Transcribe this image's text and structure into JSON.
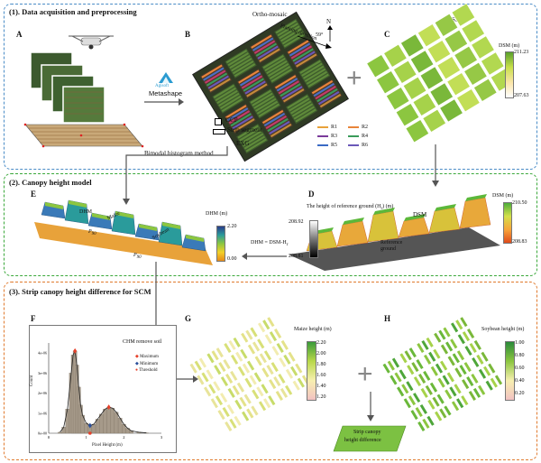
{
  "sections": {
    "s1": "(1). Data acquisition and preprocessing",
    "s2": "(2). Canopy height model",
    "s3": "(3). Strip canopy height difference for SCM"
  },
  "letters": {
    "A": "A",
    "B": "B",
    "C": "C",
    "D": "D",
    "E": "E",
    "F": "F",
    "G": "G",
    "H": "H"
  },
  "panelB": {
    "title": "Ortho-mosaic",
    "north": "N",
    "angle": "59°",
    "planting": "Planting direction",
    "gcp": "GCP",
    "strip": "Strip segment",
    "exg": "EXG",
    "legend": [
      "R1",
      "R2",
      "R3",
      "R4",
      "R5",
      "R6"
    ]
  },
  "metashape": {
    "brand": "Agisoft",
    "name": "Metashape"
  },
  "panelC": {
    "title": "DSM",
    "unit": "DSM (m)",
    "max": "211.23",
    "min": "207.63"
  },
  "bimodal": "Bimodal histogram method",
  "panelD": {
    "ref_label": "The height of reference ground (H",
    "ref_sub": "r",
    "ref_unit": ") (m)",
    "ref_max": "208.92",
    "ref_min": "208.81",
    "dsm_label": "DSM",
    "ref_ground": "Reference ground",
    "unit": "DSM (m)",
    "max": "210.50",
    "min": "208.83"
  },
  "panelE": {
    "dhm": "DHM",
    "maize": "Maize",
    "soybean": "Soybean",
    "p90": "P",
    "p90sub": "90",
    "unit": "DHM (m)",
    "max": "2.20",
    "min": "0.00"
  },
  "formula": "DHM = DSM-H",
  "formula_sub": "r",
  "panelF": {
    "title": "CHM remove soil",
    "ylabel": "Count",
    "xlabel": "Pixel Height (m)",
    "legend": [
      "Maximum",
      "Minimum",
      "Threshold"
    ],
    "yticks": [
      "4e+06",
      "3e+06",
      "2e+06",
      "1e+06",
      "0e+00"
    ],
    "xticks": [
      "0",
      "1",
      "2",
      "3"
    ]
  },
  "panelG": {
    "unit": "Maize height (m)",
    "ticks": [
      "2.20",
      "2.00",
      "1.80",
      "1.60",
      "1.40",
      "1.20"
    ]
  },
  "panelH": {
    "unit": "Soybean height (m)",
    "ticks": [
      "1.00",
      "0.80",
      "0.60",
      "0.40",
      "0.20"
    ]
  },
  "result": {
    "line1": "Strip canopy",
    "line2": "height difference"
  },
  "colors": {
    "s1": "#4a8cc7",
    "s2": "#3aa83a",
    "s3": "#e07a2e",
    "result": "#7cc142"
  },
  "chart_data": {
    "type": "bar",
    "title": "CHM remove soil",
    "xlabel": "Pixel Height (m)",
    "ylabel": "Count",
    "xlim": [
      0,
      3
    ],
    "ylim": [
      0,
      4500000
    ],
    "x": [
      0.3,
      0.4,
      0.5,
      0.6,
      0.65,
      0.7,
      0.75,
      0.8,
      0.85,
      0.9,
      1.0,
      1.1,
      1.2,
      1.3,
      1.4,
      1.5,
      1.6,
      1.7,
      1.8,
      1.9,
      2.0,
      2.1,
      2.2,
      2.4,
      2.6
    ],
    "series": [
      {
        "values": [
          50000,
          300000,
          1200000,
          3000000,
          3900000,
          4100000,
          3400000,
          2300000,
          1400000,
          900000,
          500000,
          380000,
          450000,
          700000,
          950000,
          1200000,
          1300000,
          1250000,
          1050000,
          750000,
          450000,
          250000,
          120000,
          50000,
          20000
        ]
      }
    ],
    "legend": [
      "Maximum",
      "Minimum",
      "Threshold"
    ],
    "legend_position": "top-right"
  }
}
